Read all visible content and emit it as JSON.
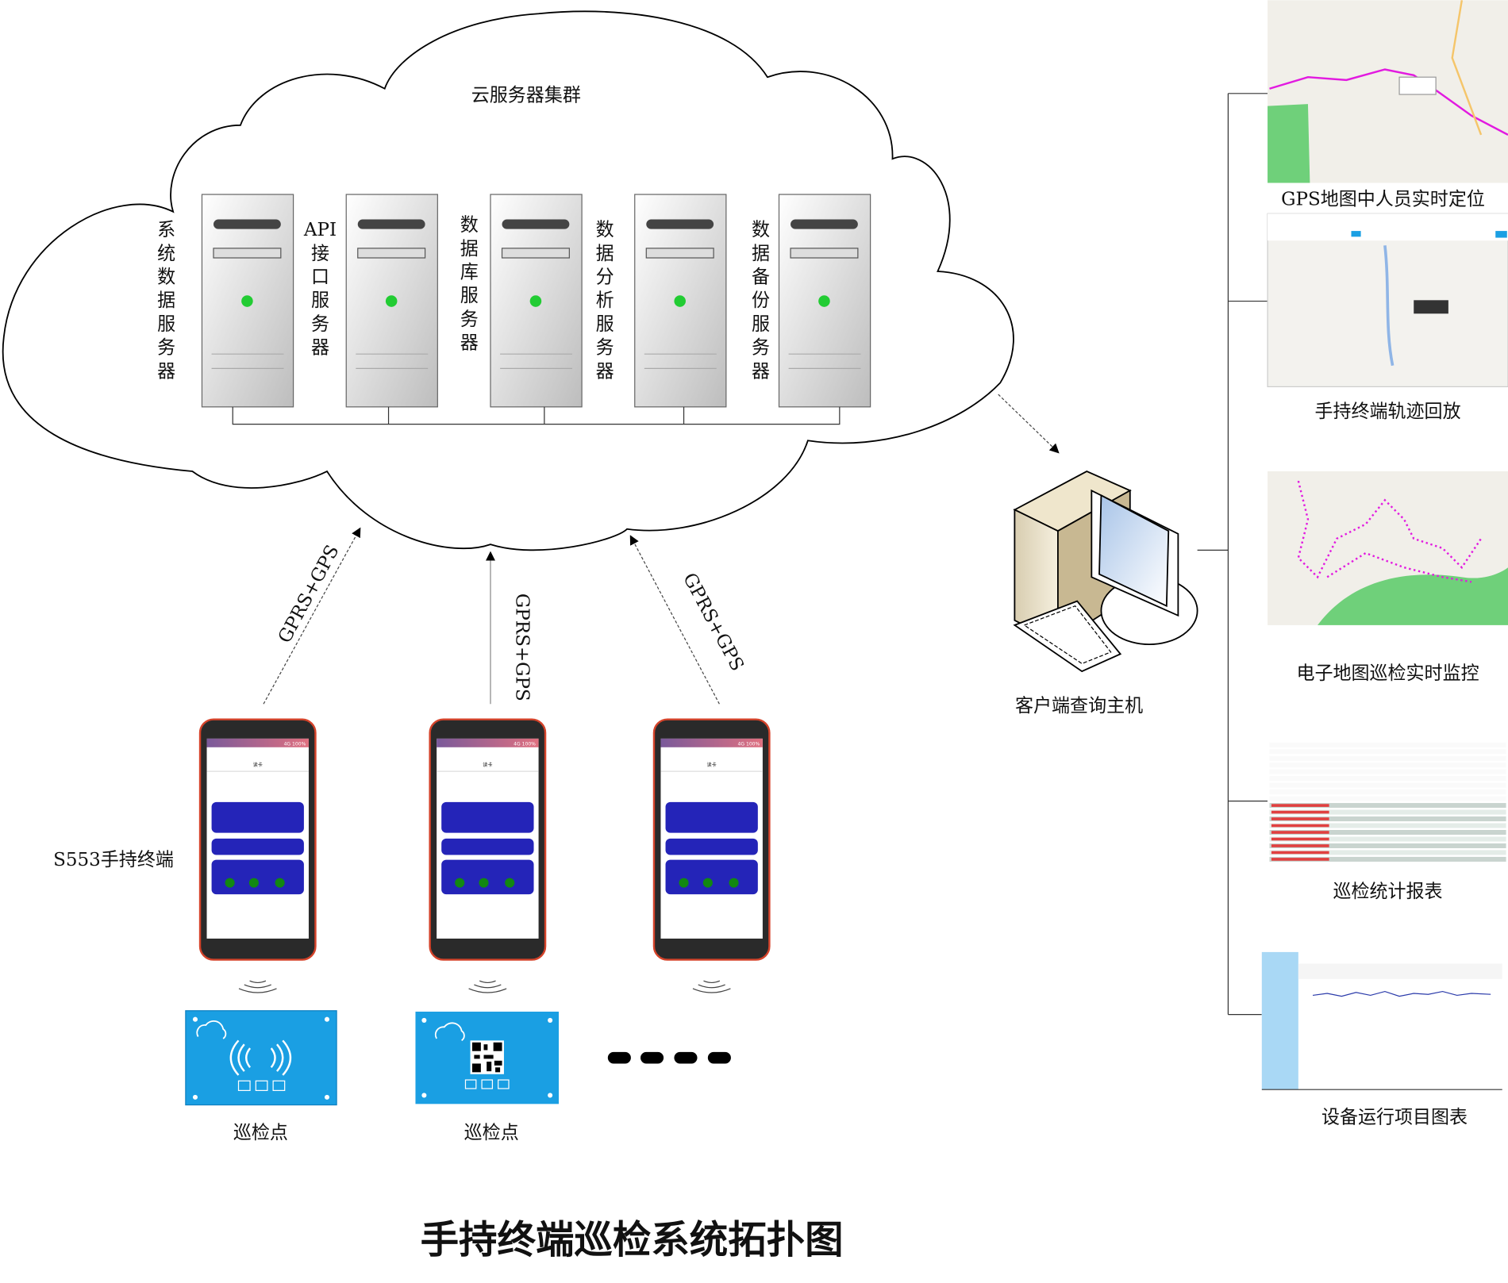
{
  "cloud": {
    "title": "云服务器集群"
  },
  "servers": [
    {
      "label": "系统数据服务器"
    },
    {
      "label": "API接口服务器"
    },
    {
      "label": "数据库服务器"
    },
    {
      "label": "数据分析服务器"
    },
    {
      "label": "数据备份服务器"
    }
  ],
  "links": {
    "left": "GPRS+GPS",
    "middle": "GPRS+GPS",
    "right": "GPRS+GPS"
  },
  "terminal_label": "S553手持终端",
  "phone": {
    "status": "4G 100%",
    "screen_title": "读卡"
  },
  "checkpoints": [
    {
      "label": "巡检点"
    },
    {
      "label": "巡检点"
    }
  ],
  "client": {
    "label": "客户端查询主机"
  },
  "features": [
    {
      "label": "GPS地图中人员实时定位"
    },
    {
      "label": "手持终端轨迹回放"
    },
    {
      "label": "电子地图巡检实时监控"
    },
    {
      "label": "巡检统计报表"
    },
    {
      "label": "设备运行项目图表"
    }
  ],
  "colors": {
    "tag_blue": "#1a9fe3",
    "phone_card": "#2424b8",
    "led": "#22cc33",
    "route": "#e21ae0"
  },
  "diagram_title": "手持终端巡检系统拓扑图"
}
